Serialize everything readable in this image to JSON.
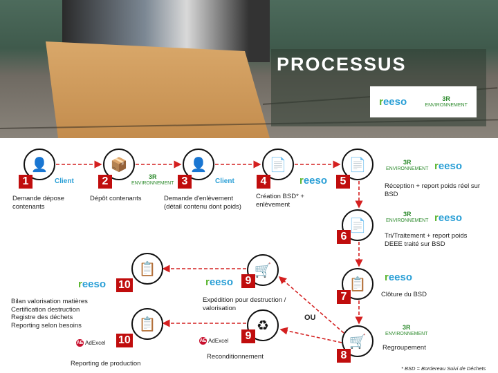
{
  "header": {
    "title": "PROCESSUS",
    "logos": [
      "reeso",
      "3R ENVIRONNEMENT"
    ]
  },
  "colors": {
    "step_badge": "#c00d0d",
    "client": "#2a9fd6",
    "arrow": "#d42020"
  },
  "steps": [
    {
      "num": "1",
      "icon": "headset-user-icon",
      "actor": "Client",
      "text": [
        "Demande dépose",
        "contenants"
      ]
    },
    {
      "num": "2",
      "icon": "box-icon",
      "actor_logo": "3R ENVIRONNEMENT",
      "text": [
        "Dépôt contenants"
      ]
    },
    {
      "num": "3",
      "icon": "headset-user-icon",
      "actor": "Client",
      "text": [
        "Demande d'enlèvement",
        "(détail contenu dont poids)"
      ]
    },
    {
      "num": "4",
      "icon": "hand-truck-document-icon",
      "actor_logo": "reeso",
      "text": [
        "Création BSD* +",
        "enlèvement"
      ]
    },
    {
      "num": "5",
      "icon": "hand-truck-document-icon",
      "actor_logo": "3R ENVIRONNEMENT + reeso",
      "text": [
        "Réception + report poids réel sur",
        "BSD"
      ]
    },
    {
      "num": "6",
      "icon": "document-icon",
      "actor_logo": "3R ENVIRONNEMENT + reeso",
      "text": [
        "Tri/Traitement + report poids",
        "DEEE traité sur BSD"
      ]
    },
    {
      "num": "7",
      "icon": "clipboard-icon",
      "actor_logo": "reeso",
      "text": [
        "Clôture du BSD"
      ]
    },
    {
      "num": "8",
      "icon": "hand-truck-icon",
      "actor_logo": "3R ENVIRONNEMENT",
      "text": [
        "Regroupement"
      ]
    },
    {
      "num": "9",
      "icon": "hand-truck-icon",
      "actor_logo": "reeso",
      "text": [
        "Expédition pour destruction /",
        "valorisation"
      ]
    },
    {
      "num": "9",
      "icon": "recycle-box-icon",
      "actor_logo": "AdExcel",
      "text": [
        "Reconditionnement"
      ]
    },
    {
      "num": "10",
      "icon": "clipboard-icon",
      "actor_logo": "reeso",
      "text": [
        "Bilan valorisation matières",
        "Certification destruction",
        "Registre des déchets",
        "Reporting selon besoins"
      ]
    },
    {
      "num": "10",
      "icon": "clipboard-icon",
      "actor_logo": "AdExcel",
      "text": [
        "Reporting de production"
      ]
    }
  ],
  "logo_text": {
    "reeso_r": "r",
    "reeso_rest": "eeso",
    "env_top": "3R",
    "env_bottom": "ENVIRONNEMENT",
    "adexcel": "AdExcel",
    "adexcel_mark": "AE"
  },
  "or_label": "OU",
  "footnote": "* BSD = Bordereau Suivi de Déchets"
}
